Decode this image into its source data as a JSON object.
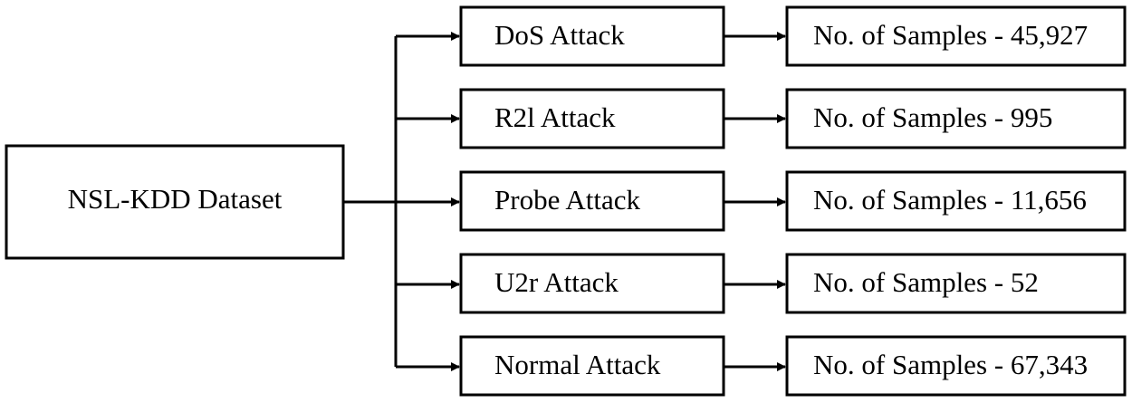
{
  "root": {
    "label": "NSL-KDD Dataset"
  },
  "attacks": [
    {
      "label": "DoS Attack",
      "samples": "No. of Samples - 45,927"
    },
    {
      "label": "R2l Attack",
      "samples": "No. of Samples - 995"
    },
    {
      "label": "Probe Attack",
      "samples": "No. of Samples - 11,656"
    },
    {
      "label": "U2r Attack",
      "samples": "No. of Samples - 52"
    },
    {
      "label": "Normal Attack",
      "samples": "No. of Samples - 67,343"
    }
  ]
}
